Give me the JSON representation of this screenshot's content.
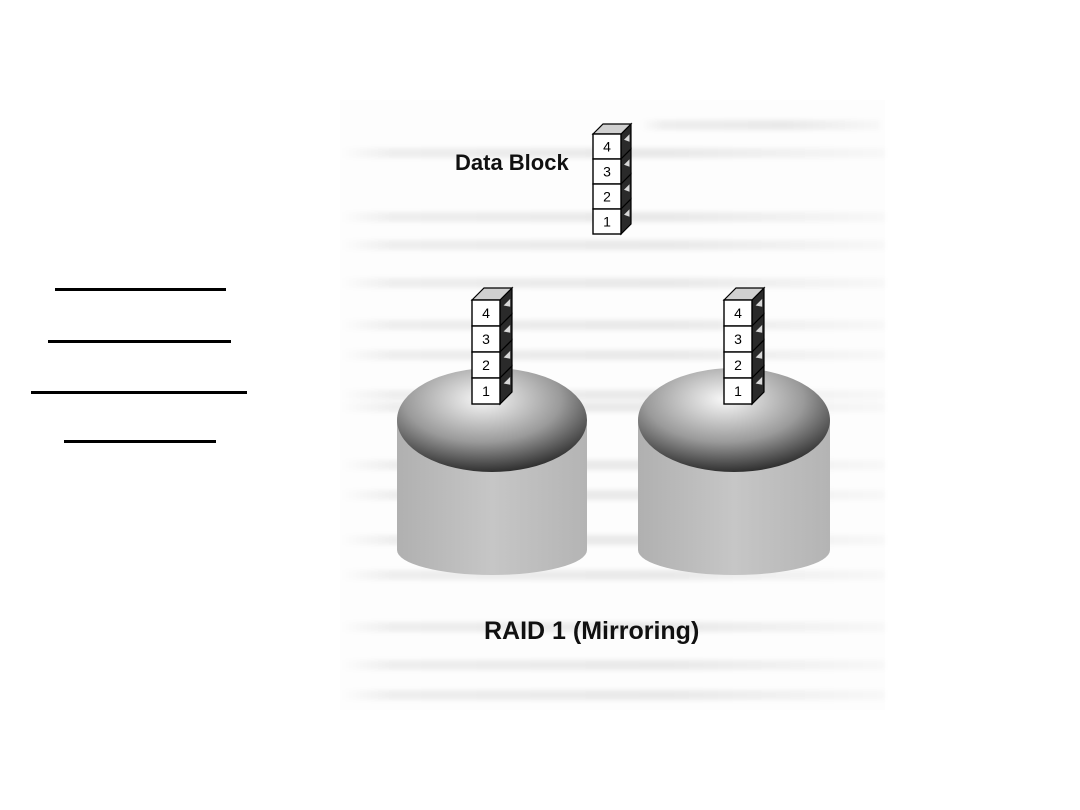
{
  "diagram": {
    "title": "Data Block",
    "caption": "RAID 1 (Mirroring)",
    "stack_labels": [
      "4",
      "3",
      "2",
      "1"
    ]
  },
  "colors": {
    "line": "#000000",
    "cylinder_body": "#bdbdbd",
    "block_face": "#ffffff"
  }
}
